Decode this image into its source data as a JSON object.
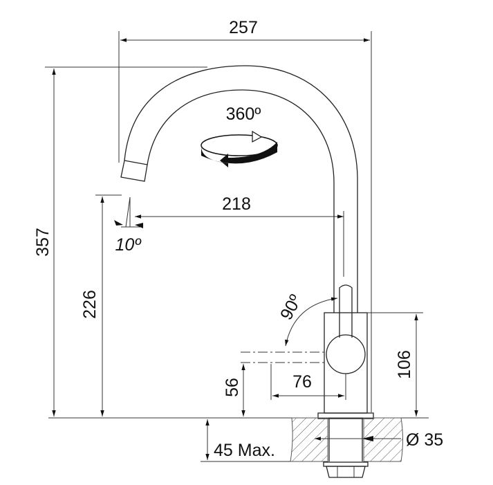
{
  "title": "Faucet dimension drawing",
  "dimensions": {
    "overall_reach": "257",
    "overall_height": "357",
    "spout_reach": "218",
    "spout_height": "226",
    "swivel_angle": "360º",
    "spout_tilt": "10º",
    "lever_angle": "90º",
    "lever_height": "56",
    "lever_length": "76",
    "body_height": "106",
    "max_counter_thickness": "45 Max.",
    "hole_diameter": "Ø 35"
  }
}
